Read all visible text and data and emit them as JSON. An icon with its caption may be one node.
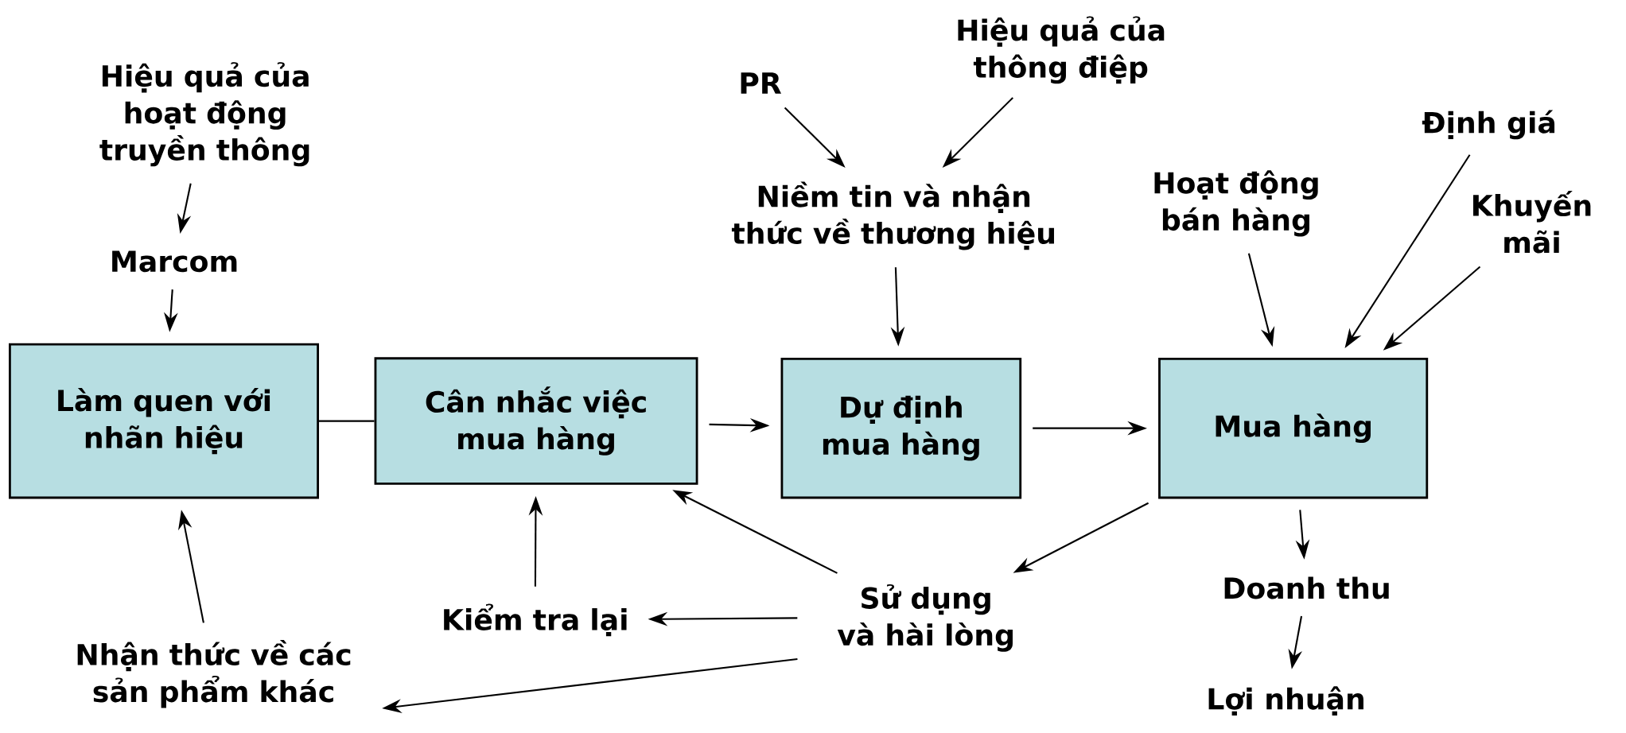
{
  "diagram": {
    "nodes": [
      {
        "text": [
          "Làm quen với nhãn hiệu"
        ]
      },
      {
        "text": [
          "Cân nhắc việc mua hàng"
        ]
      },
      {
        "text": [
          "Dự định mua hàng"
        ]
      },
      {
        "text": [
          "Mua hàng"
        ]
      },
      {
        "text": [
          "Hiệu quả của hoạt động truyền thông"
        ]
      },
      {
        "text": [
          "Marcom"
        ]
      },
      {
        "text": [
          "PR"
        ]
      },
      {
        "text": [
          "Hiệu quả của thông điệp"
        ]
      },
      {
        "text": [
          "Niềm tin và nhận thức về thương hiệu"
        ]
      },
      {
        "text": [
          "Hoạt động bán hàng"
        ]
      },
      {
        "text": [
          "Định giá"
        ]
      },
      {
        "text": [
          "Khuyến mãi"
        ]
      },
      {
        "text": [
          "Nhận thức về các sản phẩm khác"
        ]
      },
      {
        "text": [
          "Kiểm tra lại"
        ]
      },
      {
        "text": [
          "Sử dụng và hài lòng"
        ]
      },
      {
        "text": [
          "Doanh thu"
        ]
      },
      {
        "text": [
          "Lợi nhuận"
        ]
      }
    ],
    "edges": [
      {
        "from": 4,
        "to": 5,
        "arrow": "to"
      },
      {
        "from": 5,
        "to": 0,
        "arrow": "to"
      },
      {
        "from": 0,
        "to": 1,
        "arrow": "none"
      },
      {
        "from": 1,
        "to": 2,
        "arrow": "to"
      },
      {
        "from": 2,
        "to": 3,
        "arrow": "to"
      },
      {
        "from": 6,
        "to": 8,
        "arrow": "to"
      },
      {
        "from": 7,
        "to": 8,
        "arrow": "to"
      },
      {
        "from": 8,
        "to": 2,
        "arrow": "to"
      },
      {
        "from": 9,
        "to": 3,
        "arrow": "to"
      },
      {
        "from": 10,
        "to": 3,
        "arrow": "to"
      },
      {
        "from": 11,
        "to": 3,
        "arrow": "to"
      },
      {
        "from": 3,
        "to": 14,
        "arrow": "to"
      },
      {
        "from": 14,
        "to": 1,
        "arrow": "to"
      },
      {
        "from": 14,
        "to": 13,
        "arrow": "to"
      },
      {
        "from": 14,
        "to": 12,
        "arrow": "to"
      },
      {
        "from": 13,
        "to": 1,
        "arrow": "to"
      },
      {
        "from": 12,
        "to": 0,
        "arrow": "to"
      },
      {
        "from": 3,
        "to": 15,
        "arrow": "to"
      },
      {
        "from": 15,
        "to": 16,
        "arrow": "to"
      }
    ]
  }
}
